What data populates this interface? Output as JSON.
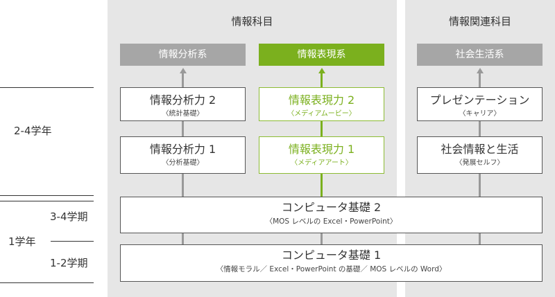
{
  "panels": {
    "info": {
      "title": "情報科目"
    },
    "related": {
      "title": "情報関連科目"
    }
  },
  "categories": {
    "analysis": "情報分析系",
    "expression": "情報表現系",
    "social": "社会生活系"
  },
  "courses": {
    "analysis2": {
      "title": "情報分析力 2",
      "sub": "〈統計基礎〉"
    },
    "analysis1": {
      "title": "情報分析力 1",
      "sub": "〈分析基礎〉"
    },
    "expression2": {
      "title": "情報表現力 2",
      "sub": "〈メディアムービー〉"
    },
    "expression1": {
      "title": "情報表現力 1",
      "sub": "〈メディアアート〉"
    },
    "presentation": {
      "title": "プレゼンテーション",
      "sub": "〈キャリア〉"
    },
    "social_info": {
      "title": "社会情報と生活",
      "sub": "〈発展セルフ〉"
    },
    "computer2": {
      "title": "コンピュータ基礎 2",
      "sub": "〈MOS レベルの Excel・PowerPoint〉"
    },
    "computer1": {
      "title": "コンピュータ基礎 1",
      "sub": "〈情報モラル／ Excel・PowerPoint の基礎／ MOS レベルの Word〉"
    }
  },
  "side_labels": {
    "grade_2_4": "2-4学年",
    "term_3_4": "3-4学期",
    "grade_1": "1学年",
    "term_1_2": "1-2学期"
  },
  "colors": {
    "green": "#7bb01e",
    "gray": "#a6a6a6",
    "panel": "#e6e6e6"
  }
}
